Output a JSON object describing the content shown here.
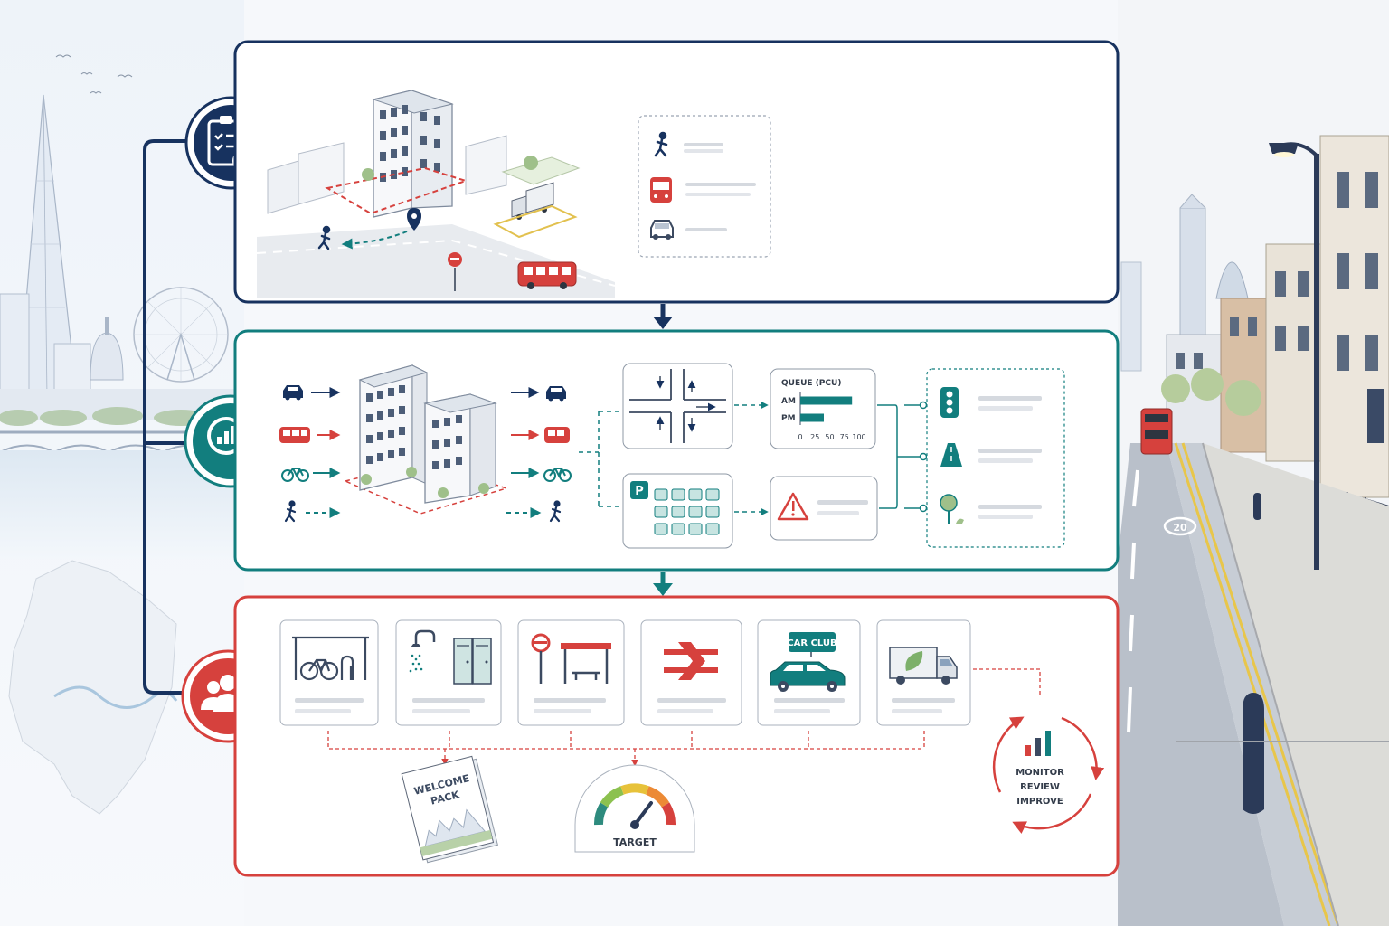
{
  "colors": {
    "navy": "#17325f",
    "teal": "#127e7e",
    "red": "#d6413d",
    "grey_line": "#c9ced6"
  },
  "stages": [
    {
      "id": "scoping",
      "icon": "clipboard-check-icon",
      "color": "#17325f"
    },
    {
      "id": "assessment",
      "icon": "chart-magnifier-icon",
      "color": "#127e7e"
    },
    {
      "id": "mitigation",
      "icon": "people-group-icon",
      "color": "#d6413d"
    }
  ],
  "assessment": {
    "queue_chart_title": "QUEUE (PCU)",
    "chart_data": {
      "type": "bar",
      "orientation": "horizontal",
      "title": "QUEUE (PCU)",
      "categories": [
        "AM",
        "PM"
      ],
      "values": [
        88,
        40
      ],
      "xlim": [
        0,
        100
      ],
      "xticks": [
        0,
        25,
        50,
        75,
        100
      ]
    }
  },
  "mitigation": {
    "measures": [
      {
        "icon": "bike-shelter-icon"
      },
      {
        "icon": "shower-lockers-icon"
      },
      {
        "icon": "bus-stop-icon"
      },
      {
        "icon": "national-rail-icon"
      },
      {
        "icon": "car-club-icon",
        "badge": "CAR CLUB"
      },
      {
        "icon": "electric-van-icon"
      }
    ],
    "welcome_pack": [
      "WELCOME",
      "PACK"
    ],
    "target_label": "TARGET",
    "cycle_lines": [
      "MONITOR",
      "REVIEW",
      "IMPROVE"
    ]
  },
  "street": {
    "speed_limit": "20"
  }
}
